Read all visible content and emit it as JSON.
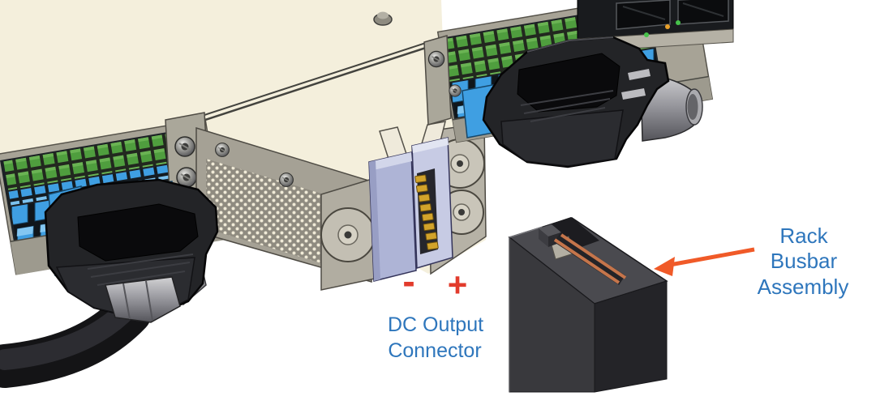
{
  "annotations": {
    "polarity": {
      "minus": "-",
      "plus": "+"
    },
    "dc_output": {
      "line1": "DC Output",
      "line2": "Connector"
    },
    "busbar": {
      "line1": "Rack",
      "line2": "Busbar",
      "line3": "Assembly"
    }
  },
  "colors": {
    "label_text_blue": "#2E76BC",
    "polarity_red": "#E23B2C",
    "arrow_orange": "#F05A28",
    "chassis_top_cream": "#F4EFDC",
    "panel_metal_gray": "#A7A396",
    "port_green": "#4F9E3E",
    "port_blue": "#3F9FE2",
    "cable_connector_black": "#232427",
    "dc_connector_lavender": "#AEB4D6",
    "contact_pin_gold": "#D2A32B",
    "busbar_body_dark": "#39393D",
    "busbar_copper": "#C5754B"
  }
}
